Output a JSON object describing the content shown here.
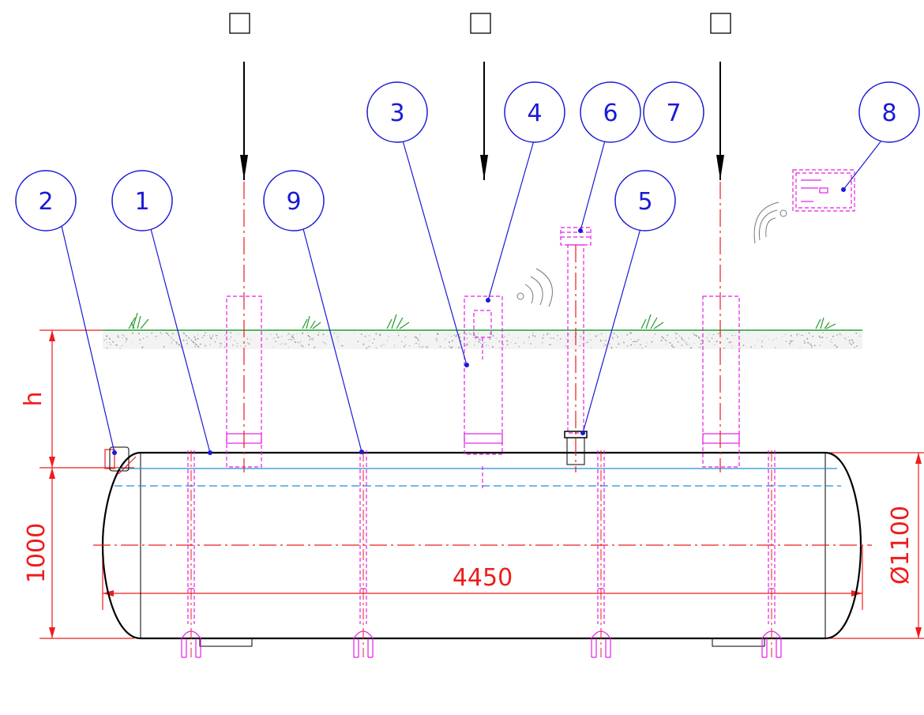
{
  "colors": {
    "callout": "#1a1ad6",
    "dimension": "#ee1c1c",
    "fittings": "#e61ee6",
    "ground": "#1e9a2a",
    "tank": "#000000",
    "water_level": "#1e90d6"
  },
  "callouts": {
    "c1": "1",
    "c2": "2",
    "c3": "3",
    "c4": "4",
    "c5": "5",
    "c6": "6",
    "c7": "7",
    "c8": "8",
    "c9": "9"
  },
  "dimensions": {
    "length": "4450",
    "height": "1000",
    "diameter": "Ø1100",
    "burial_depth": "h"
  },
  "checkboxes": [
    {
      "checked": false
    },
    {
      "checked": false
    },
    {
      "checked": false
    }
  ]
}
